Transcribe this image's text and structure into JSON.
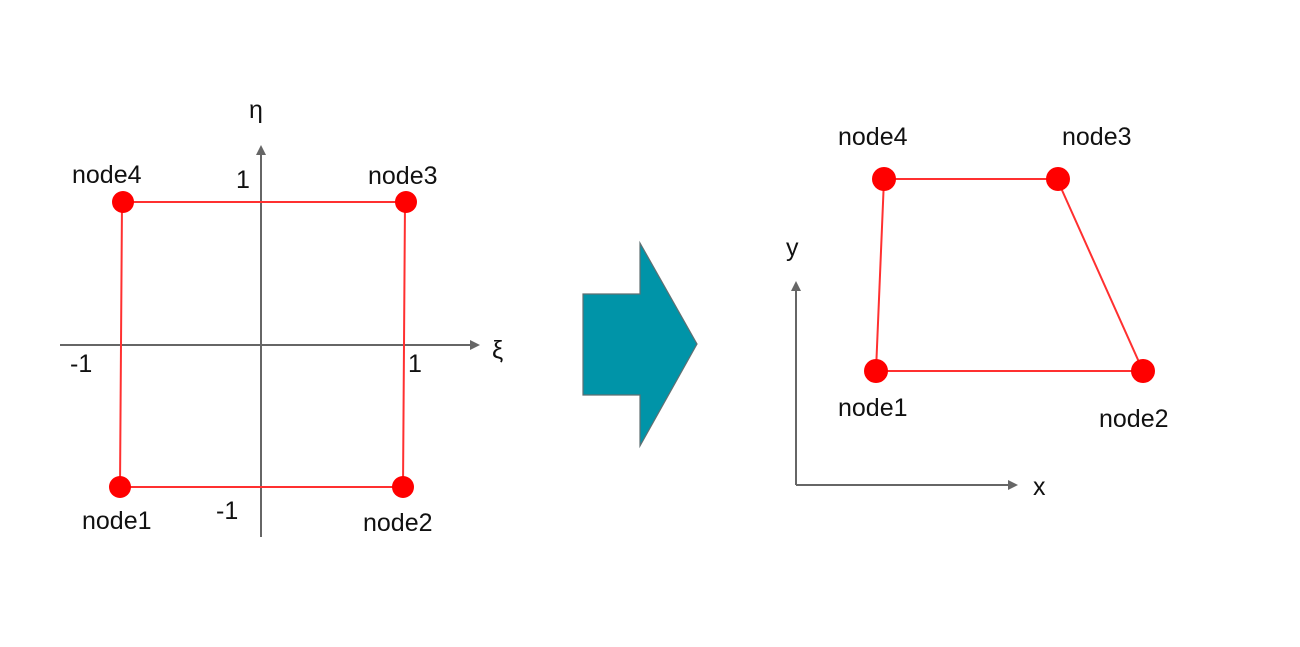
{
  "colors": {
    "node": "#ff0000",
    "edge": "#ff3030",
    "axis": "#666666",
    "arrow_fill": "#0094a8",
    "arrow_stroke": "#5f6f72",
    "text": "#111111"
  },
  "left_diagram": {
    "title": "reference element (natural coordinates)",
    "axes": {
      "horizontal_label": "ξ",
      "vertical_label": "η"
    },
    "ticks": {
      "xi_neg": "-1",
      "xi_pos": "1",
      "eta_neg": "-1",
      "eta_pos": "1"
    },
    "nodes": [
      {
        "label": "node1",
        "xi": -1,
        "eta": -1
      },
      {
        "label": "node2",
        "xi": 1,
        "eta": -1
      },
      {
        "label": "node3",
        "xi": 1,
        "eta": 1
      },
      {
        "label": "node4",
        "xi": -1,
        "eta": 1
      }
    ]
  },
  "mapping_arrow": {
    "icon": "right-arrow-icon"
  },
  "right_diagram": {
    "title": "physical element",
    "axes": {
      "horizontal_label": "x",
      "vertical_label": "y"
    },
    "nodes": [
      {
        "label": "node1"
      },
      {
        "label": "node2"
      },
      {
        "label": "node3"
      },
      {
        "label": "node4"
      }
    ]
  }
}
